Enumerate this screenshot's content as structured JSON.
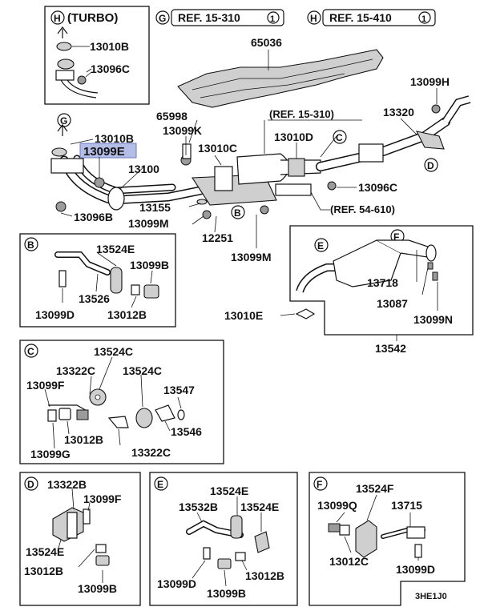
{
  "header": {
    "turbo_circle": "H",
    "turbo_text": "(TURBO)",
    "ref_g_circle": "G",
    "ref_g_text": "REF. 15-310",
    "ref_g_num": "1",
    "ref_h_circle": "H",
    "ref_h_text": "REF. 15-410",
    "ref_h_num": "1"
  },
  "main_labels": {
    "p13010b_top": "13010B",
    "p13096c_top": "13096C",
    "p65036": "65036",
    "p13099h": "13099H",
    "g_circle": "G",
    "p13010b_mid": "13010B",
    "p13099e": "13099E",
    "p65998": "65998",
    "p13099k": "13099K",
    "ref_15_310": "(REF. 15-310)",
    "p13320": "13320",
    "p13010d": "13010D",
    "c_circle": "C",
    "p13010c": "13010C",
    "p13100": "13100",
    "d_circle": "D",
    "p13096c_mid": "13096C",
    "p13096b": "13096B",
    "p13155": "13155",
    "b_circle": "B",
    "ref_54_610": "(REF. 54-610)",
    "p13099m_left": "13099M",
    "p12251": "12251",
    "p13099m_right": "13099M"
  },
  "box_b": {
    "circle": "B",
    "p13524e": "13524E",
    "p13099b": "13099B",
    "p13526": "13526",
    "p13099d": "13099D",
    "p13012b": "13012B"
  },
  "box_ef": {
    "e_circle": "E",
    "f_circle": "F",
    "p13718": "13718",
    "p13087": "13087",
    "p13099n": "13099N",
    "p13010e": "13010E",
    "p13542": "13542"
  },
  "box_c": {
    "circle": "C",
    "p13524c_top": "13524C",
    "p13322c_top": "13322C",
    "p13524c_mid": "13524C",
    "p13099f": "13099F",
    "p13547": "13547",
    "p13546": "13546",
    "p13012b": "13012B",
    "p13099g": "13099G",
    "p13322c_bot": "13322C"
  },
  "box_d": {
    "circle": "D",
    "p13322b": "13322B",
    "p13099f": "13099F",
    "p13524e": "13524E",
    "p13012b": "13012B",
    "p13099b": "13099B"
  },
  "box_e": {
    "circle": "E",
    "p13524e_top": "13524E",
    "p13532b": "13532B",
    "p13524e_right": "13524E",
    "p13099d": "13099D",
    "p13012b": "13012B",
    "p13099b": "13099B"
  },
  "box_f": {
    "circle": "F",
    "p13524f": "13524F",
    "p13099q": "13099Q",
    "p13715": "13715",
    "p13012c": "13012C",
    "p13099d": "13099D"
  },
  "footer": {
    "code": "3HE1J0"
  },
  "colors": {
    "highlight": "#b3bde6",
    "highlight_stroke": "#6e7cc4",
    "line": "#111111",
    "part_fill": "#cfcfcf"
  }
}
